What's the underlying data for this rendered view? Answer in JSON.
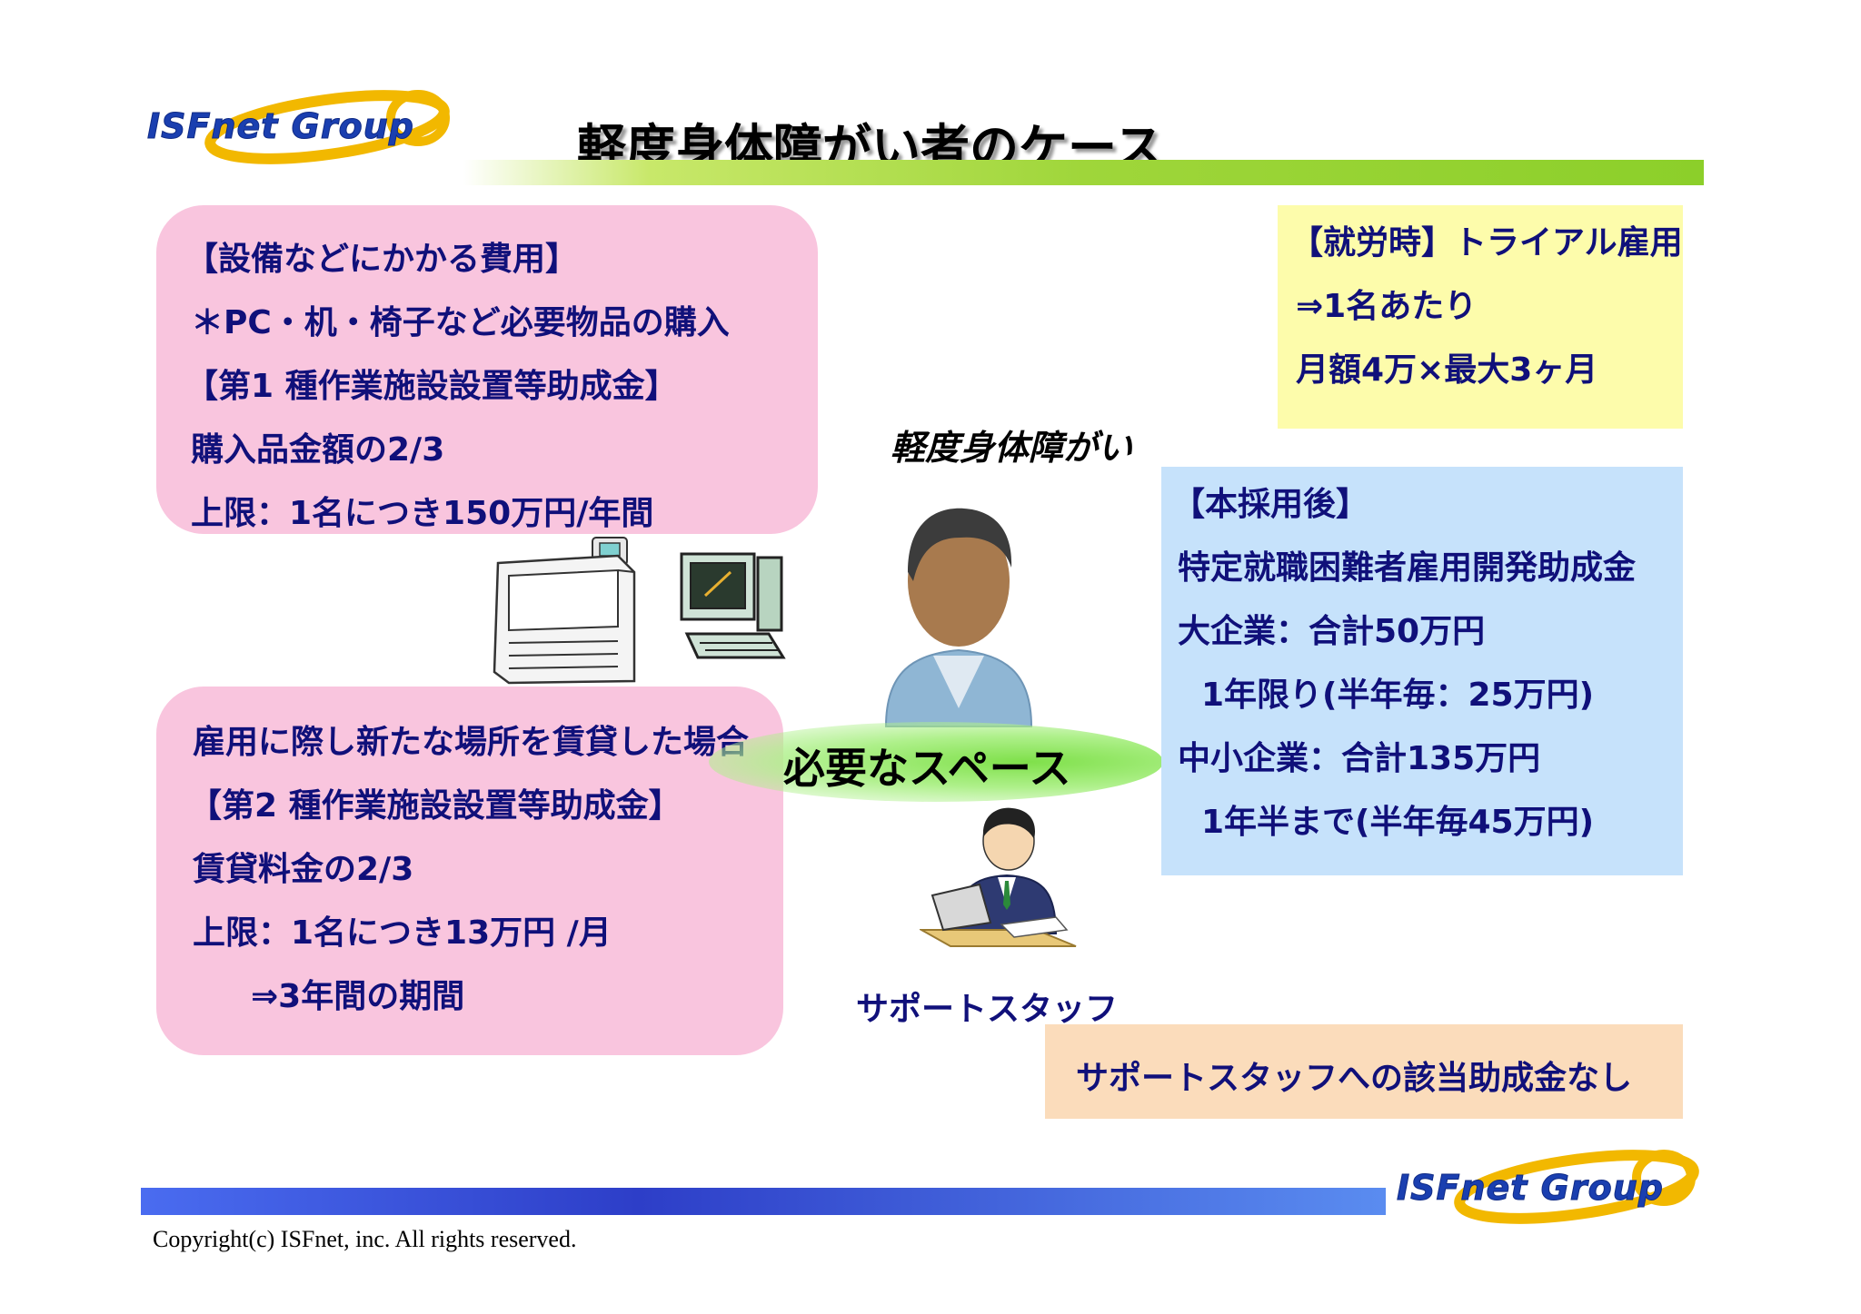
{
  "logo": {
    "text": "ISFnet Group"
  },
  "title": "軽度身体障がい者のケース",
  "equipment_box": {
    "lines": [
      "【設備などにかかる費用】",
      "＊PC・机・椅子など必要物品の購入",
      "【第1 種作業施設設置等助成金】",
      "購入品金額の2/3",
      "上限：1名につき150万円/年間"
    ]
  },
  "rent_box": {
    "lines": [
      "雇用に際し新たな場所を賃貸した場合",
      "【第2 種作業施設設置等助成金】",
      "賃貸料金の2/3",
      "上限：1名につき13万円 /月",
      "⇒3年間の期間"
    ]
  },
  "trial_box": {
    "lines": [
      "【就労時】トライアル雇用",
      "⇒1名あたり",
      "月額4万×最大3ヶ月"
    ]
  },
  "hire_box": {
    "lines": [
      "【本採用後】",
      "特定就職困難者雇用開発助成金",
      "大企業：合計50万円",
      "1年限り(半年毎：25万円)",
      "中小企業：合計135万円",
      "1年半まで(半年毎45万円)"
    ]
  },
  "person_label": "軽度身体障がい",
  "space_label": "必要なスペース",
  "support_label": "サポートスタッフ",
  "support_note": "サポートスタッフへの該当助成金なし",
  "footer_logo": {
    "text": "ISFnet Group"
  },
  "copyright": "Copyright(c) ISFnet, inc. All rights reserved.",
  "colors": {
    "text_navy": "#10107a",
    "pink_box": "#f9c5de",
    "yellow_box": "#fdfcab",
    "blue_box": "#c6e2fb",
    "peach_box": "#fbdcbb",
    "title_bar_green": "#9fd63a",
    "footer_bar_blue": "#2d3ec8"
  },
  "icons": [
    "printer-icon",
    "computer-icon",
    "person-icon",
    "support-staff-icon",
    "isfnet-logo"
  ]
}
